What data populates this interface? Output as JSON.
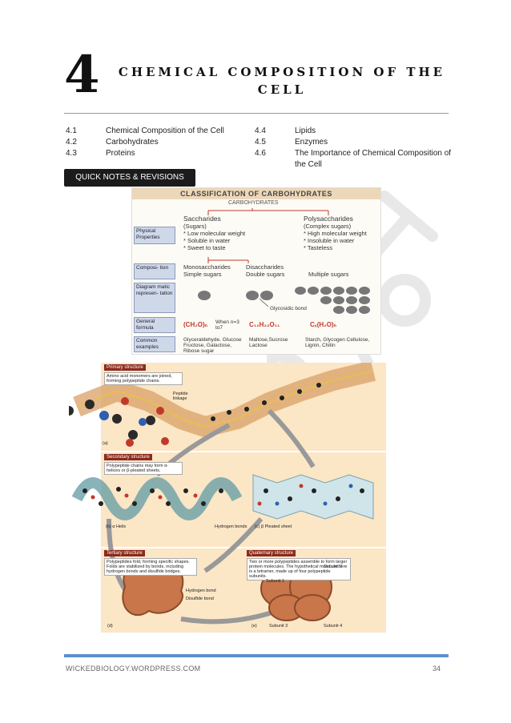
{
  "chapter": {
    "number": "4",
    "title": "Chemical Composition of the Cell"
  },
  "toc": {
    "left": [
      {
        "num": "4.1",
        "text": "Chemical Composition of the Cell"
      },
      {
        "num": "4.2",
        "text": "Carbohydrates"
      },
      {
        "num": "4.3",
        "text": "Proteins"
      }
    ],
    "right": [
      {
        "num": "4.4",
        "text": "Lipids"
      },
      {
        "num": "4.5",
        "text": "Enzymes"
      },
      {
        "num": "4.6",
        "text": "The Importance of Chemical Composition of the Cell"
      }
    ]
  },
  "button": {
    "label": "QUICK NOTES & REVISIONS"
  },
  "carb": {
    "header": "CLASSIFICATION OF CARBOHYDRATES",
    "sub": "CARBOHYDRATES",
    "saccharides": {
      "title": "Saccharides",
      "subtitle": "(Sugars)",
      "items": [
        "* Low molecular weight",
        "* Soluble in water",
        "* Sweet to taste"
      ]
    },
    "polysaccharides": {
      "title": "Polysaccharides",
      "subtitle": "(Complex sugars)",
      "items": [
        "* High molecular weight",
        "* Insoluble in water",
        "* Tasteless"
      ]
    },
    "labels": [
      "Physical Properties",
      "Composi- tion",
      "Diagram matic represen- tation",
      "General formula",
      "Common examples"
    ],
    "mono": "Monosaccharides",
    "mono_sub": "Simple sugars",
    "di": "Disaccharides",
    "di_sub": "Double sugars",
    "poly_sub": "Multiple sugars",
    "glycosidic": "Glycosidic bond",
    "f_mono": "(CH₂O)ₙ",
    "f_mono_note": "When n=3 to7",
    "f_di": "C₁₂H₂₂O₁₁",
    "f_poly": "Cₓ(H₂O)ₙ",
    "ex_mono": "Glyceraldehyde, Glucose Fructose, Galactose, Ribose sugar",
    "ex_di": "Maltose,Sucrose Lactose",
    "ex_poly": "Starch, Glycogen Cellulose, Lignin, Chitin"
  },
  "protein": {
    "primary": "Primary structure",
    "primary_note": "Amino acid monomers are joined, forming polypeptide chains.",
    "peptide": "Peptide linkage",
    "secondary": "Secondary structure",
    "secondary_note": "Polypeptide chains may form α-helices or β-pleated sheets.",
    "helix": "(b) α Helix",
    "hbonds": "Hydrogen bonds",
    "sheet": "(c) β Pleated sheet",
    "tertiary": "Tertiary structure",
    "tertiary_note": "Polypeptides fold, forming specific shapes. Folds are stabilized by bonds, including hydrogen bonds and disulfide bridges.",
    "quaternary": "Quaternary structure",
    "quaternary_note": "Two or more polypeptides assemble to form larger protein molecules. The hypothetical molecule here is a tetramer, made up of four polypeptide subunits.",
    "hbond": "Hydrogen bond",
    "disulfide": "Disulfide bond",
    "s1": "Subunit 1",
    "s2": "Subunit 2",
    "s3": "Subunit 3",
    "s4": "Subunit 4",
    "a": "(a)",
    "d": "(d)",
    "e": "(e)"
  },
  "footer": {
    "site": "WICKEDBIOLOGY.WORDPRESS.COM",
    "page": "34"
  }
}
